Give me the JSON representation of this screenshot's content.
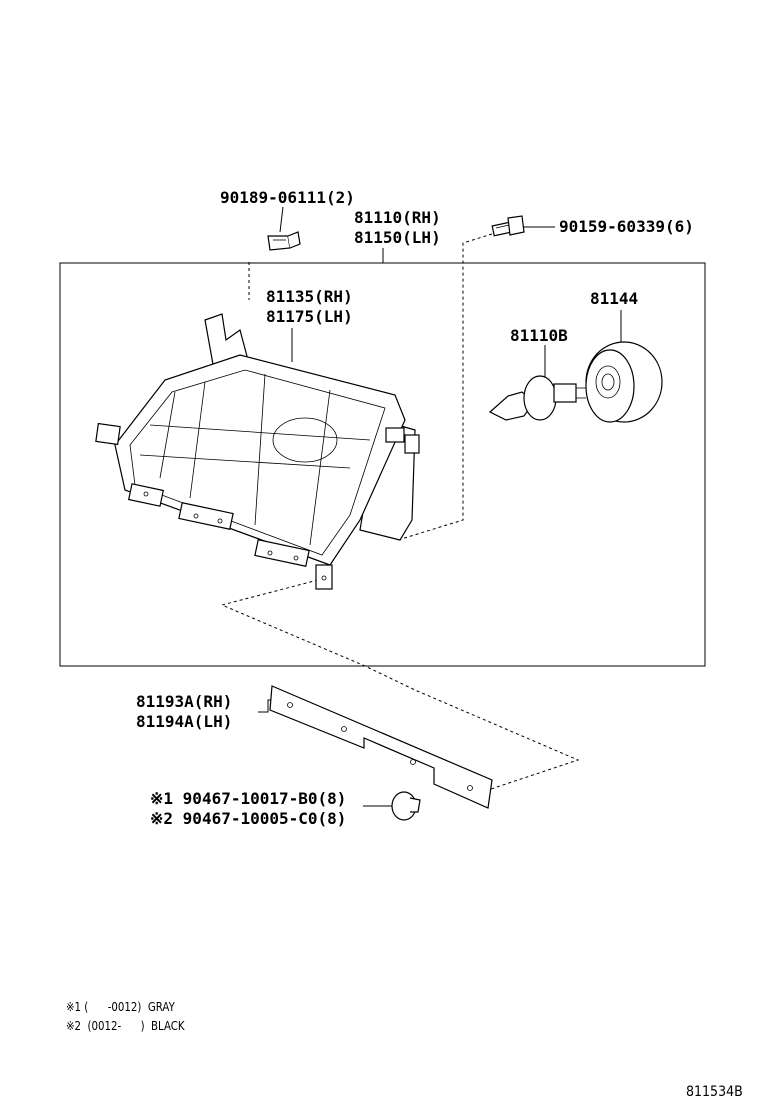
{
  "parts": {
    "screw_top": "90189-06111(2)",
    "headlamp_rh": "81110(RH)",
    "headlamp_lh": "81150(LH)",
    "bolt": "90159-60339(6)",
    "lens_rh": "81135(RH)",
    "lens_lh": "81175(LH)",
    "socket": "81144",
    "bulb": "81110B",
    "trim_rh": "81193A(RH)",
    "trim_lh": "81194A(LH)",
    "clip_1": "※1 90467-10017-B0(8)",
    "clip_2": "※2 90467-10005-C0(8)"
  },
  "notes": {
    "note_1": "※1 (      -0012)  GRAY",
    "note_2": "※2  (0012-      )  BLACK"
  },
  "diagram_code": "811534B"
}
